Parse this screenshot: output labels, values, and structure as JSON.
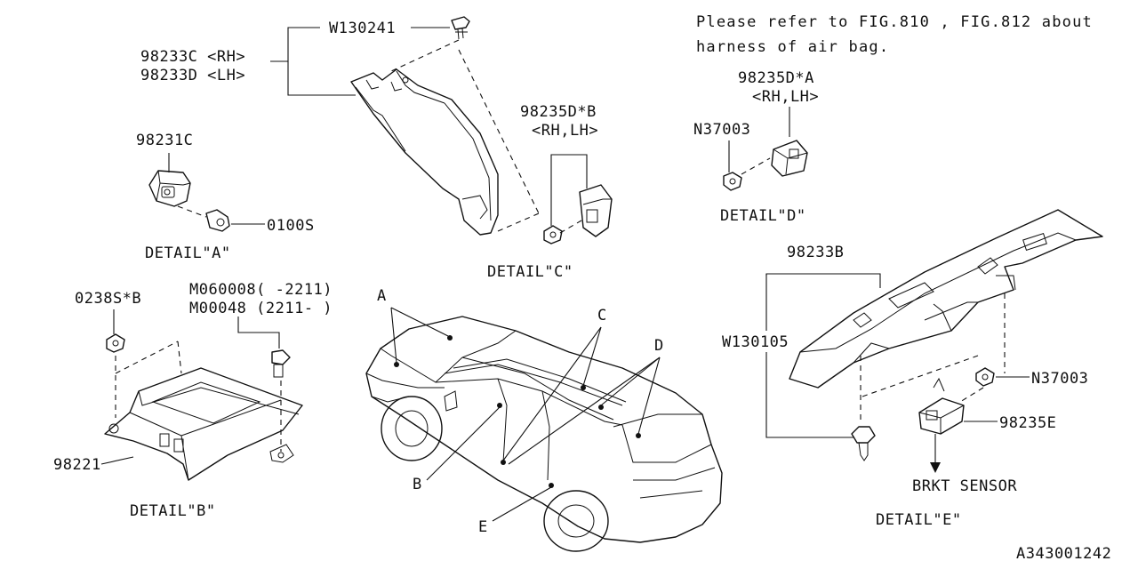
{
  "note": {
    "line1": "Please refer to FIG.810 , FIG.812 about",
    "line2": "harness of air bag."
  },
  "labels": {
    "w130241": "W130241",
    "p98233c": "98233C <RH>",
    "p98233d": "98233D <LH>",
    "p98231c": "98231C",
    "p0100s": "0100S",
    "p98235db": "98235D*B",
    "p98235db_side": "<RH,LH>",
    "p98235da": "98235D*A",
    "p98235da_side": "<RH,LH>",
    "n37003_d": "N37003",
    "p0238sb": "0238S*B",
    "m060008": "M060008( -2211)",
    "m00048": "M00048 (2211- )",
    "p98221": "98221",
    "p98233b": "98233B",
    "w130105": "W130105",
    "n37003_e": "N37003",
    "p98235e": "98235E",
    "brkt_sensor": "BRKT SENSOR",
    "callout_a": "A",
    "callout_b": "B",
    "callout_c": "C",
    "callout_d": "D",
    "callout_e": "E"
  },
  "details": {
    "a": "DETAIL\"A\"",
    "b": "DETAIL\"B\"",
    "c": "DETAIL\"C\"",
    "d": "DETAIL\"D\"",
    "e": "DETAIL\"E\""
  },
  "diagram_id": "A343001242"
}
